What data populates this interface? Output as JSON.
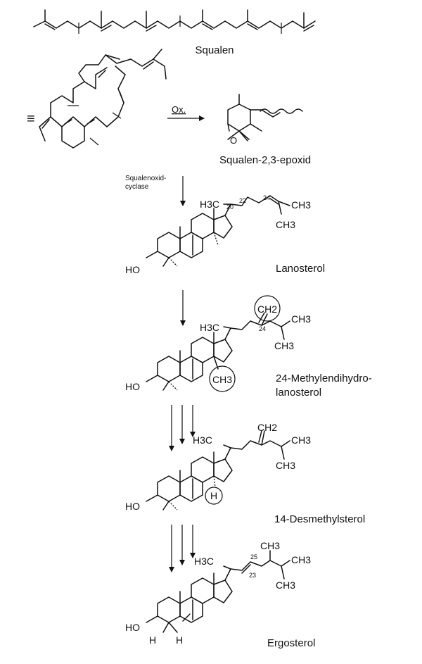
{
  "compounds": {
    "squalen": "Squalen",
    "epoxid": "Squalen-2,3-epoxid",
    "lanosterol": "Lanosterol",
    "methylen_line1": "24-Methylendihydro-",
    "methylen_line2": "lanosterol",
    "desmethyl": "14-Desmethylsterol",
    "ergosterol": "Ergosterol"
  },
  "reagents": {
    "oxidation": "Ox.",
    "cyclase_line1": "Squalenoxid-",
    "cyclase_line2": "cyclase",
    "equiv": "≡"
  },
  "groups": {
    "h3c": "H3C",
    "ch3": "CH3",
    "ch2": "CH2",
    "ho": "HO",
    "h": "H",
    "o": "O"
  },
  "locants": {
    "c20": "20",
    "c22": "22",
    "c23": "23",
    "c24": "24",
    "c25": "25"
  }
}
